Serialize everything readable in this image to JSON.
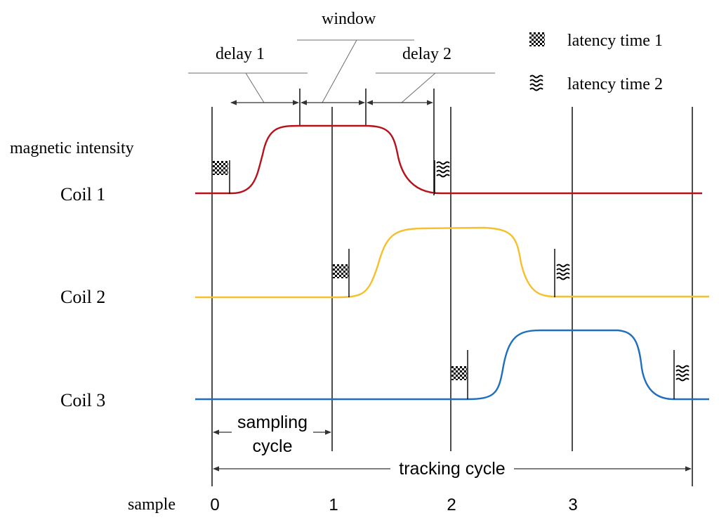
{
  "legend": {
    "latency1_label": "latency time 1",
    "latency2_label": "latency time 2",
    "latency1_icon": "checkerboard-flag",
    "latency2_icon": "wavy-lines"
  },
  "labels": {
    "delay1": "delay 1",
    "window": "window",
    "delay2": "delay 2",
    "magnetic_intensity": "magnetic intensity",
    "sampling": "sampling",
    "cycle": "cycle",
    "tracking_cycle": "tracking cycle",
    "sample": "sample"
  },
  "coils": [
    {
      "name": "Coil 1",
      "color": "#b5121b"
    },
    {
      "name": "Coil 2",
      "color": "#f5c02c"
    },
    {
      "name": "Coil 3",
      "color": "#1f6fbf"
    }
  ],
  "samples": [
    "0",
    "1",
    "2",
    "3"
  ]
}
